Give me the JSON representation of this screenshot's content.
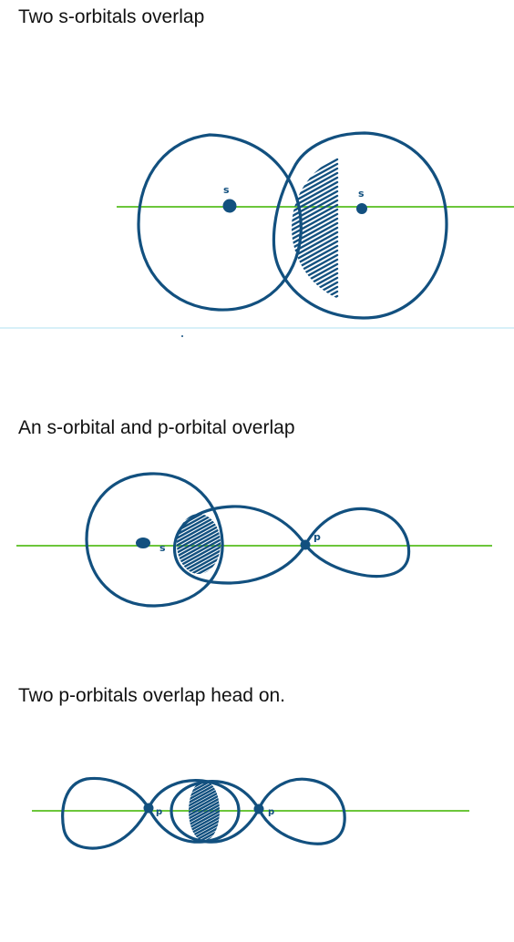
{
  "sections": [
    {
      "heading": "Two s-orbitals overlap",
      "labels": [
        "s",
        "s"
      ]
    },
    {
      "heading": "An s-orbital and p-orbital overlap",
      "labels": [
        "s",
        "p"
      ]
    },
    {
      "heading": "Two p-orbitals overlap head on.",
      "labels": [
        "p",
        "p"
      ]
    }
  ],
  "colors": {
    "orbital": "#12507f",
    "axis": "#6cc63b",
    "divider": "#bfe6f4",
    "text": "#111111"
  }
}
